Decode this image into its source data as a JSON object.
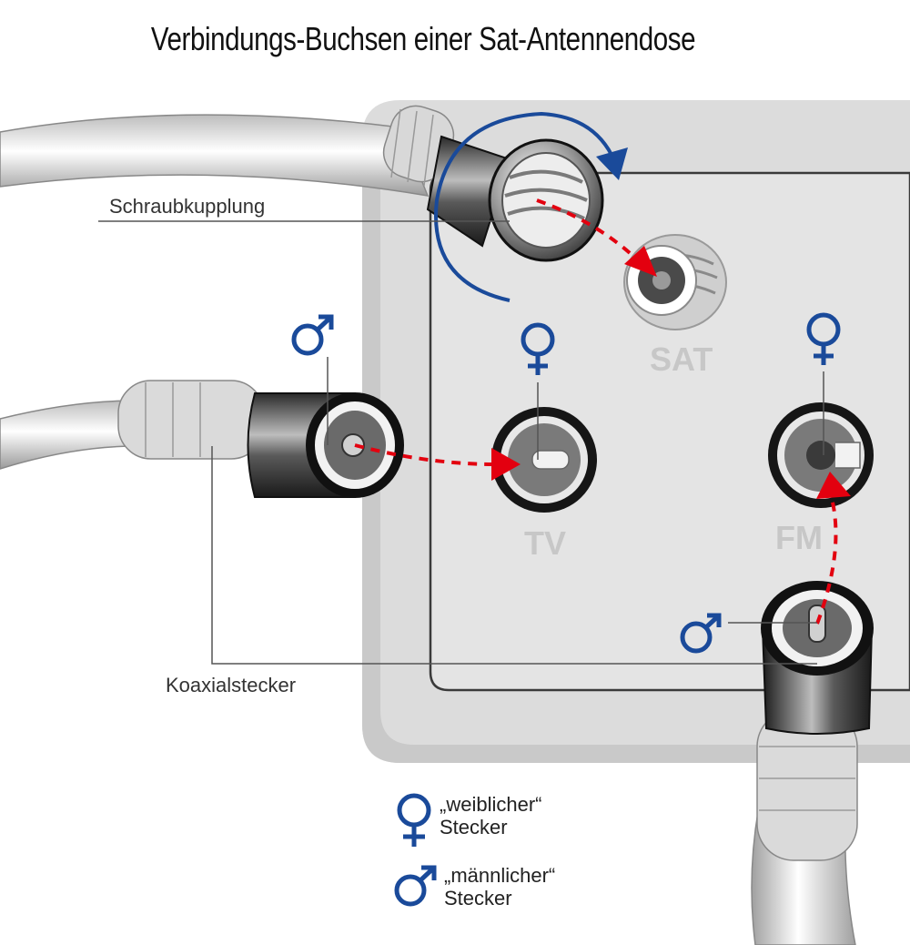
{
  "title": "Verbindungs-Buchsen einer Sat-Antennendose",
  "labels": {
    "screw_coupling": "Schraubkupplung",
    "coax_plug": "Koaxialstecker"
  },
  "jacks": {
    "sat": "SAT",
    "tv": "TV",
    "fm": "FM"
  },
  "legend": {
    "female_line1": "„weiblicher“",
    "female_line2": "Stecker",
    "male_line1": "„männlicher“",
    "male_line2": "Stecker"
  },
  "colors": {
    "symbol_blue": "#1a4a9a",
    "arrow_red": "#e3000f",
    "box_grey": "#dcdcdc",
    "label_grey": "#c7c7c7"
  },
  "icons": {
    "female": "female-symbol-icon",
    "male": "male-symbol-icon"
  }
}
